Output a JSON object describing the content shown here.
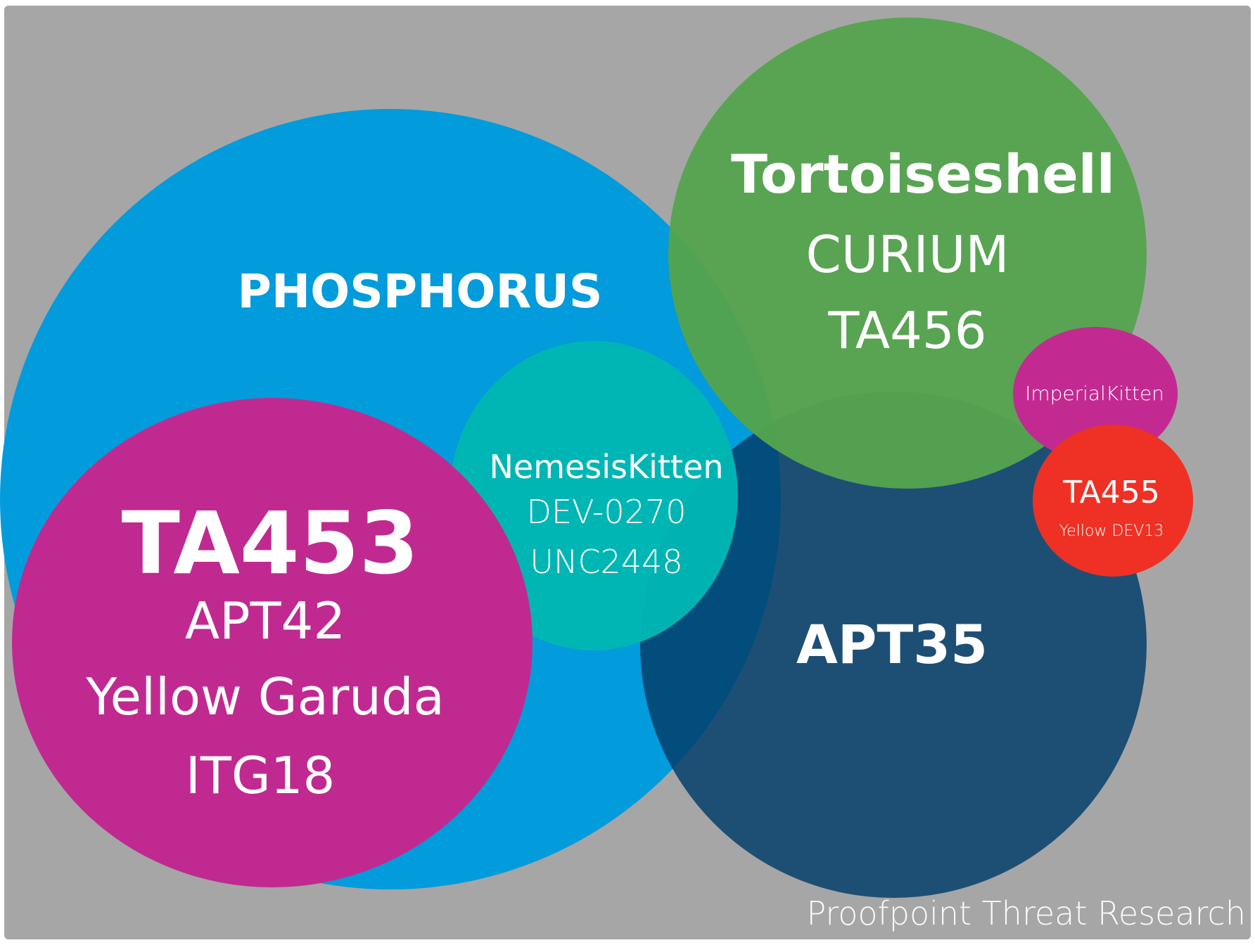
{
  "colors": {
    "background": "#a6a6a6",
    "phosphorus": "#029bdc",
    "ta453": "#c02a90",
    "nemesis": "#00b7b4",
    "apt35": "#1d4f75",
    "apt35_overlap": "#034d7c",
    "tortoiseshell": "#54a34e",
    "imperial": "#c22a92",
    "ta455": "#ee3124",
    "text": "#ffffff"
  },
  "groups": {
    "phosphorus": {
      "name": "PHOSPHORUS"
    },
    "tortoiseshell": {
      "name": "Tortoiseshell",
      "aliases": [
        "CURIUM",
        "TA456"
      ]
    },
    "nemesis": {
      "name": "NemesisKitten",
      "aliases": [
        "DEV-0270",
        "UNC2448"
      ]
    },
    "ta453": {
      "name": "TA453",
      "aliases": [
        "APT42",
        "Yellow Garuda",
        "ITG18"
      ]
    },
    "apt35": {
      "name": "APT35"
    },
    "imperial": {
      "name": "ImperialKitten"
    },
    "ta455": {
      "name": "TA455",
      "alias": "Yellow DEV13"
    }
  },
  "credit": "Proofpoint Threat Research"
}
